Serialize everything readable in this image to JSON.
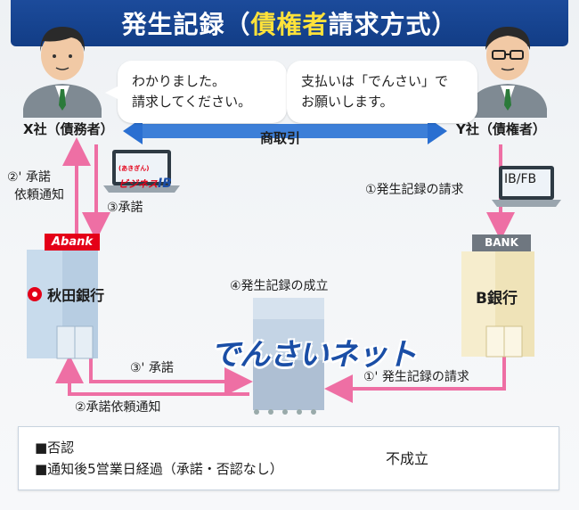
{
  "title": {
    "prefix": "発生記録（",
    "highlight": "債権者",
    "suffix": "請求方式）"
  },
  "bubbles": {
    "left": "わかりました。\n請求してください。",
    "right": "支払いは「でんさい」で\nお願いします。"
  },
  "parties": {
    "x_company": "X社（債務者）",
    "y_company": "Y社（債権者）",
    "trade": "商取引"
  },
  "devices": {
    "ib_logo_small": "(あきぎん)",
    "ib_logo_main": "ビジネス",
    "ib_logo_suffix": "IB",
    "ibfb": "IB/FB"
  },
  "steps": {
    "s2p_line1": "②' 承諾",
    "s2p_line2": "依頼通知",
    "s3": "③承諾",
    "s1": "①発生記録の請求",
    "s4": "④発生記録の成立",
    "s3p": "③' 承諾",
    "s2": "②承諾依頼通知",
    "s1p": "①' 発生記録の請求"
  },
  "banks": {
    "abank_sign": "Abank",
    "akita_name": "秋田銀行",
    "bank_sign": "BANK",
    "b_bank": "B銀行"
  },
  "network": {
    "name": "でんさいネット"
  },
  "legend": {
    "item1": "■否認",
    "item2": "■通知後5営業日経過（承諾・否認なし）",
    "result": "不成立"
  },
  "colors": {
    "banner": "#1c4b9b",
    "highlight": "#ffe23a",
    "arrow_pink": "#ee6fa4",
    "arrow_blue": "#2a6fd1",
    "abank_red": "#e40018",
    "network_blue": "#1a4ea6"
  }
}
